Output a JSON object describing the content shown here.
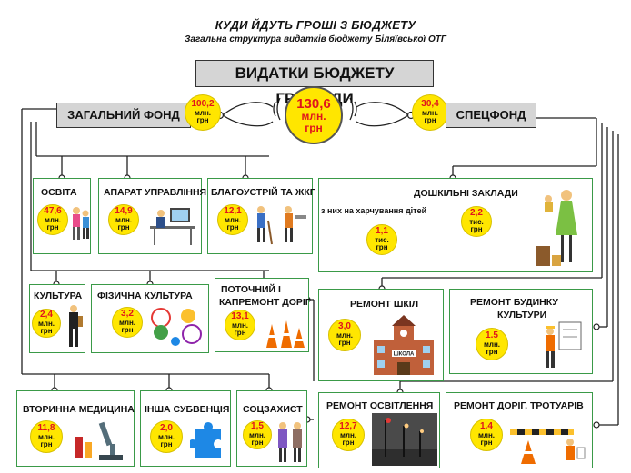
{
  "title": "КУДИ ЙДУТЬ ГРОШІ З БЮДЖЕТУ",
  "subtitle": "Загальна структура видатків бюджету Біляївської ОТГ",
  "main_banner": "ВИДАТКИ БЮДЖЕТУ ГРОМАДИ",
  "total": {
    "value": "130,6",
    "unit1": "млн.",
    "unit2": "грн"
  },
  "general_fund": {
    "label": "ЗАГАЛЬНИЙ ФОНД",
    "value": "100,2",
    "unit1": "млн.",
    "unit2": "грн"
  },
  "special_fund": {
    "label": "СПЕЦФОНД",
    "value": "30,4",
    "unit1": "млн.",
    "unit2": "грн"
  },
  "items": {
    "osvita": {
      "label": "ОСВІТА",
      "value": "47,6",
      "unit1": "млн.",
      "unit2": "грн"
    },
    "aparat": {
      "label": "АПАРАТ УПРАВЛІННЯ",
      "value": "14,9",
      "unit1": "млн.",
      "unit2": "грн"
    },
    "blago": {
      "label": "БЛАГОУСТРІЙ ТА ЖКГ",
      "value": "12,1",
      "unit1": "млн.",
      "unit2": "грн"
    },
    "kultura": {
      "label": "КУЛЬТУРА",
      "value": "2,4",
      "unit1": "млн.",
      "unit2": "грн"
    },
    "fizkult": {
      "label": "ФІЗИЧНА КУЛЬТУРА",
      "value": "3,2",
      "unit1": "млн.",
      "unit2": "грн"
    },
    "roads_gen": {
      "label1": "ПОТОЧНИЙ  І",
      "label2": "КАПРЕМОНТ ДОРІГ",
      "value": "13,1",
      "unit1": "млн.",
      "unit2": "грн"
    },
    "medicine": {
      "label": "ВТОРИННА МЕДИЦИНА",
      "value": "11,8",
      "unit1": "млн.",
      "unit2": "грн"
    },
    "subvention": {
      "label": "ІНША СУБВЕНЦІЯ",
      "value": "2,0",
      "unit1": "млн.",
      "unit2": "грн"
    },
    "social": {
      "label": "СОЦЗАХИСТ",
      "value": "1,5",
      "unit1": "млн.",
      "unit2": "грн"
    },
    "preschool": {
      "label": "ДОШКІЛЬНІ ЗАКЛАДИ",
      "sublabel": "з них на харчування дітей",
      "value": "2,2",
      "unit1": "тис.",
      "unit2": "грн",
      "food_value": "1,1",
      "food_unit1": "тис.",
      "food_unit2": "грн"
    },
    "schools": {
      "label": "РЕМОНТ ШКІЛ",
      "value": "3,0",
      "unit1": "млн.",
      "unit2": "грн",
      "school_sign": "ШКОЛА"
    },
    "culture_house": {
      "label1": "РЕМОНТ  БУДИНКУ",
      "label2": "КУЛЬТУРИ",
      "value": "1.5",
      "unit1": "млн.",
      "unit2": "грн"
    },
    "lighting": {
      "label": "РЕМОНТ ОСВІТЛЕННЯ",
      "value": "12,7",
      "unit1": "млн.",
      "unit2": "грн"
    },
    "roads_spec": {
      "label": "РЕМОНТ ДОРІГ, ТРОТУАРІВ",
      "value": "1.4",
      "unit1": "млн.",
      "unit2": "грн"
    }
  },
  "colors": {
    "box_border": "#3a9a48",
    "coin": "#ffe600",
    "value_text": "#e0141c",
    "banner_bg": "#d5d5d5"
  }
}
